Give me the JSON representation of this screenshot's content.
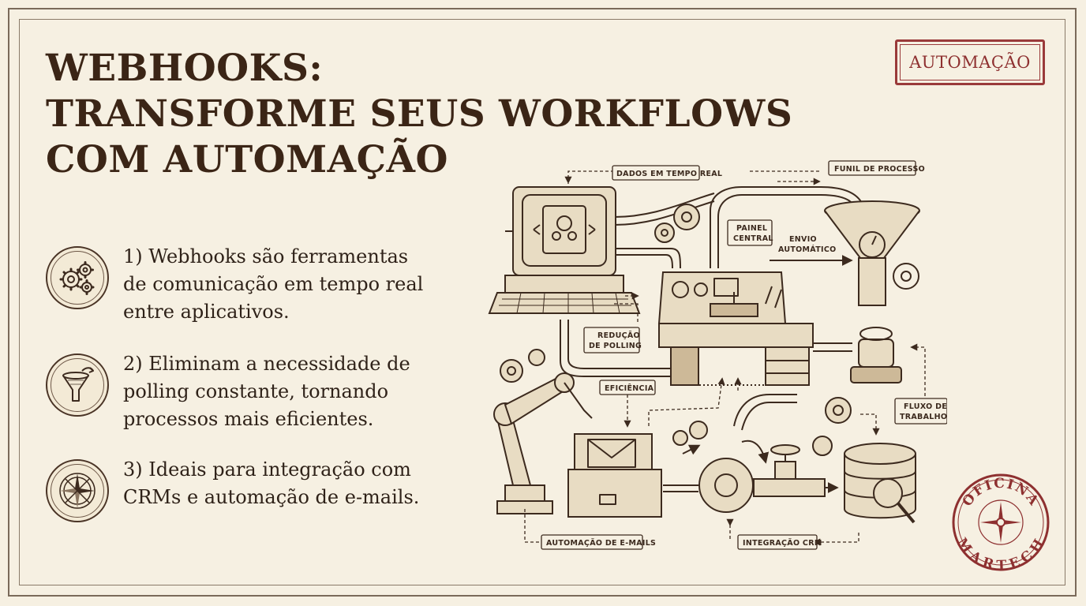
{
  "header": {
    "title_lines": [
      "WEBHOOKS:",
      "TRANSFORME SEUS WORKFLOWS",
      "COM AUTOMAÇÃO"
    ],
    "stamp": "AUTOMAÇÃO"
  },
  "points": [
    {
      "icon": "gears-icon",
      "lines": [
        "1) Webhooks são ferramentas",
        "de comunicação em tempo real",
        "entre aplicativos."
      ]
    },
    {
      "icon": "funnel-icon",
      "lines": [
        "2) Eliminam a necessidade de",
        "polling constante, tornando",
        "processos mais eficientes."
      ]
    },
    {
      "icon": "compass-icon",
      "lines": [
        "3) Ideais para integração com",
        "CRMs e automação de e-mails."
      ]
    }
  ],
  "diagram": {
    "labels": {
      "dados": "DADOS EM TEMPO REAL",
      "funil": "FUNIL DE PROCESSO",
      "painel_1": "PAINEL",
      "painel_2": "CENTRAL",
      "envio_1": "ENVIO",
      "envio_2": "AUTOMÁTICO",
      "reducao_1": "REDUÇÃO",
      "reducao_2": "DE POLLING",
      "eficiencia": "EFICIÊNCIA",
      "fluxo_1": "FLUXO DE",
      "fluxo_2": "TRABALHO",
      "emails": "AUTOMAÇÃO DE E-MAILS",
      "crm": "INTEGRAÇÃO CRM"
    }
  },
  "seal": {
    "top_text": "OFICINA",
    "bottom_text": "MARTECH"
  }
}
